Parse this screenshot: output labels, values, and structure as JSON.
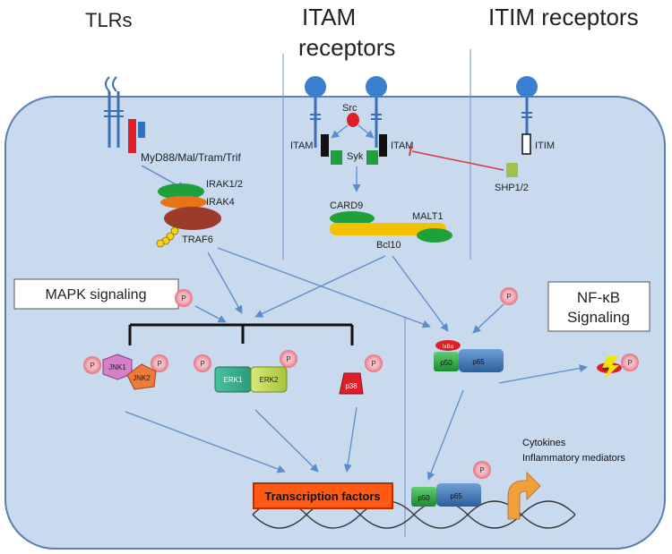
{
  "headers": {
    "tlrs": "TLRs",
    "itam_line1": "ITAM",
    "itam_line2": "receptors",
    "itim": "ITIM receptors"
  },
  "labels": {
    "myd88": "MyD88/Mal/Tram/Trif",
    "irak12": "IRAK1/2",
    "irak4": "IRAK4",
    "traf6": "TRAF6",
    "src": "Src",
    "itam_left": "ITAM",
    "itam_right": "ITAM",
    "syk": "Syk",
    "card9": "CARD9",
    "malt1": "MALT1",
    "bcl10": "Bcl10",
    "itim": "ITIM",
    "shp12": "SHP1/2",
    "jnk1": "JNK1",
    "jnk2": "JNK2",
    "erk1": "ERK1",
    "erk2": "ERK2",
    "p38": "p38",
    "ikb": "IκBα",
    "ikb_free": "IκB",
    "p50": "p50",
    "p65": "p65",
    "p": "P",
    "cytokines": "Cytokines",
    "inflammatory": "Inflammatory mediators"
  },
  "boxes": {
    "mapk": "MAPK signaling",
    "nfkb_line1": "NF-κB",
    "nfkb_line2": "Signaling",
    "transcription": "Transcription factors"
  },
  "colors": {
    "cell_fill": "#c9d9ee",
    "cell_stroke": "#5a7fb0",
    "arrow": "#5b8ccc",
    "green": "#1fa03a",
    "orange": "#e8731c",
    "brown": "#9b3b2a",
    "yellow": "#f2c200",
    "red": "#e01e26",
    "blue_receptor": "#3b7fd0"
  }
}
